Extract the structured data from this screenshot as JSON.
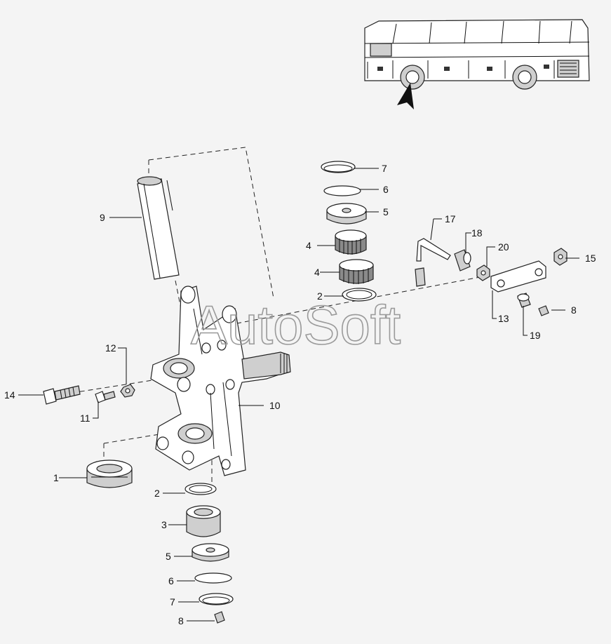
{
  "watermark": "AutoSoft",
  "callouts": [
    {
      "id": "c9",
      "label": "9"
    },
    {
      "id": "c7a",
      "label": "7"
    },
    {
      "id": "c6a",
      "label": "6"
    },
    {
      "id": "c5a",
      "label": "5"
    },
    {
      "id": "c4a",
      "label": "4"
    },
    {
      "id": "c4b",
      "label": "4"
    },
    {
      "id": "c2a",
      "label": "2"
    },
    {
      "id": "c17",
      "label": "17"
    },
    {
      "id": "c18",
      "label": "18"
    },
    {
      "id": "c20",
      "label": "20"
    },
    {
      "id": "c15",
      "label": "15"
    },
    {
      "id": "c8a",
      "label": "8"
    },
    {
      "id": "c13",
      "label": "13"
    },
    {
      "id": "c19",
      "label": "19"
    },
    {
      "id": "c12",
      "label": "12"
    },
    {
      "id": "c14",
      "label": "14"
    },
    {
      "id": "c11",
      "label": "11"
    },
    {
      "id": "c10",
      "label": "10"
    },
    {
      "id": "c1",
      "label": "1"
    },
    {
      "id": "c2b",
      "label": "2"
    },
    {
      "id": "c3",
      "label": "3"
    },
    {
      "id": "c5b",
      "label": "5"
    },
    {
      "id": "c6b",
      "label": "6"
    },
    {
      "id": "c7b",
      "label": "7"
    },
    {
      "id": "c8b",
      "label": "8"
    }
  ]
}
